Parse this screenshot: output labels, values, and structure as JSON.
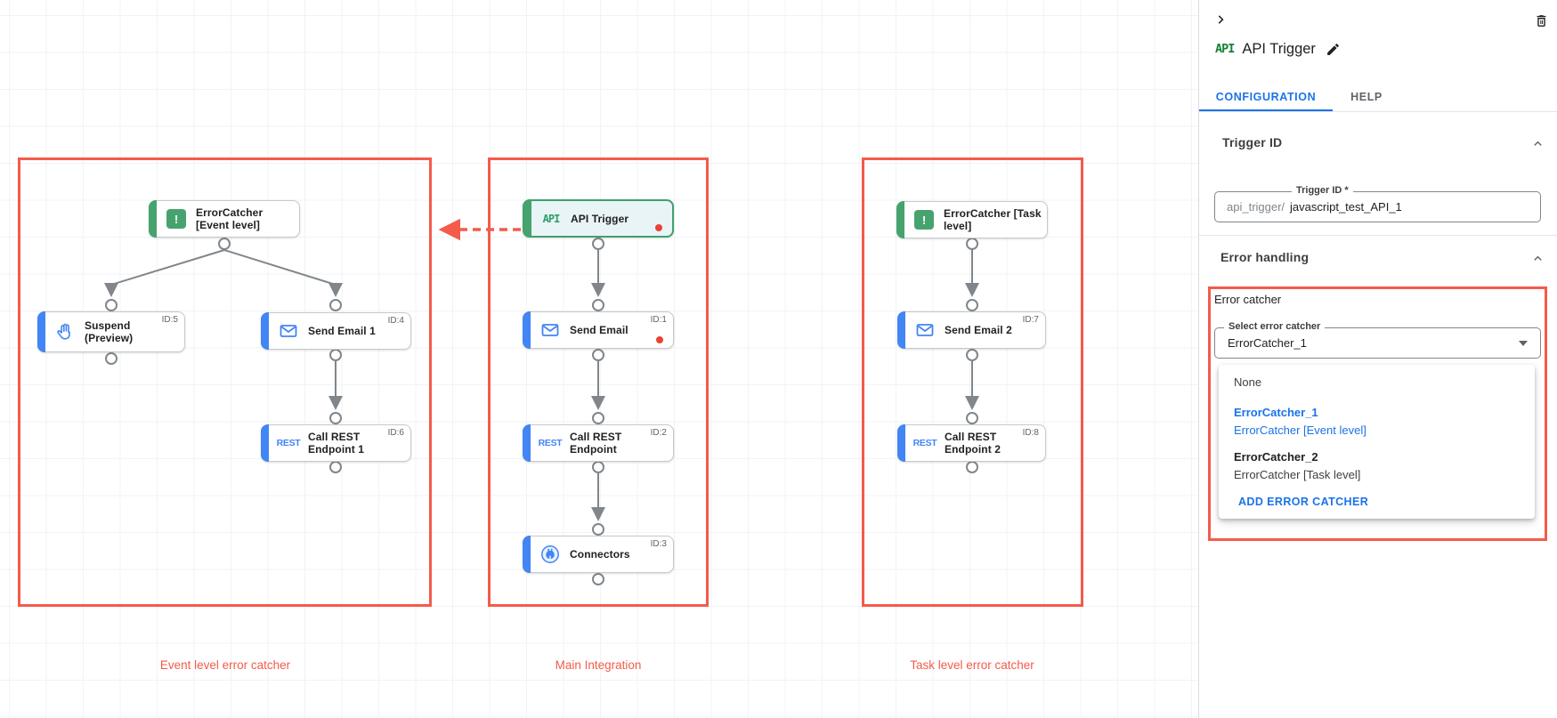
{
  "canvas": {
    "groups": [
      {
        "label": "Event level error catcher"
      },
      {
        "label": "Main Integration"
      },
      {
        "label": "Task level error catcher"
      }
    ],
    "nodes": {
      "ec_event": {
        "label": "ErrorCatcher [Event level]",
        "glyph": "!"
      },
      "suspend": {
        "label": "Suspend (Preview)",
        "id": "ID:5"
      },
      "send_email_1": {
        "label": "Send Email 1",
        "id": "ID:4"
      },
      "call_rest_1": {
        "label": "Call REST Endpoint 1",
        "id": "ID:6",
        "glyph": "REST"
      },
      "api_trigger": {
        "label": "API Trigger",
        "glyph": "API"
      },
      "send_email": {
        "label": "Send Email",
        "id": "ID:1"
      },
      "call_rest": {
        "label": "Call REST Endpoint",
        "id": "ID:2",
        "glyph": "REST"
      },
      "connectors": {
        "label": "Connectors",
        "id": "ID:3"
      },
      "ec_task": {
        "label": "ErrorCatcher [Task level]",
        "glyph": "!"
      },
      "send_email_2": {
        "label": "Send Email 2",
        "id": "ID:7"
      },
      "call_rest_2": {
        "label": "Call REST Endpoint 2",
        "id": "ID:8",
        "glyph": "REST"
      }
    }
  },
  "panel": {
    "api_badge": "API",
    "title": "API Trigger",
    "tabs": [
      {
        "label": "CONFIGURATION"
      },
      {
        "label": "HELP"
      }
    ],
    "trigger_id_section": {
      "heading": "Trigger ID",
      "field_label": "Trigger ID *",
      "prefix": "api_trigger/",
      "value": "javascript_test_API_1"
    },
    "error_handling": {
      "heading": "Error handling",
      "group_label": "Error catcher",
      "select_label": "Select error catcher",
      "selected": "ErrorCatcher_1",
      "dropdown": {
        "none": "None",
        "items": [
          {
            "name": "ErrorCatcher_1",
            "desc": "ErrorCatcher [Event level]"
          },
          {
            "name": "ErrorCatcher_2",
            "desc": "ErrorCatcher [Task level]"
          }
        ],
        "add_label": "ADD ERROR CATCHER"
      }
    }
  },
  "colors": {
    "annotation_red": "#f45b4b",
    "node_blue": "#4285f4",
    "node_green": "#47a36e",
    "link_blue": "#1a73e8",
    "status_dot_red": "#e94235"
  }
}
